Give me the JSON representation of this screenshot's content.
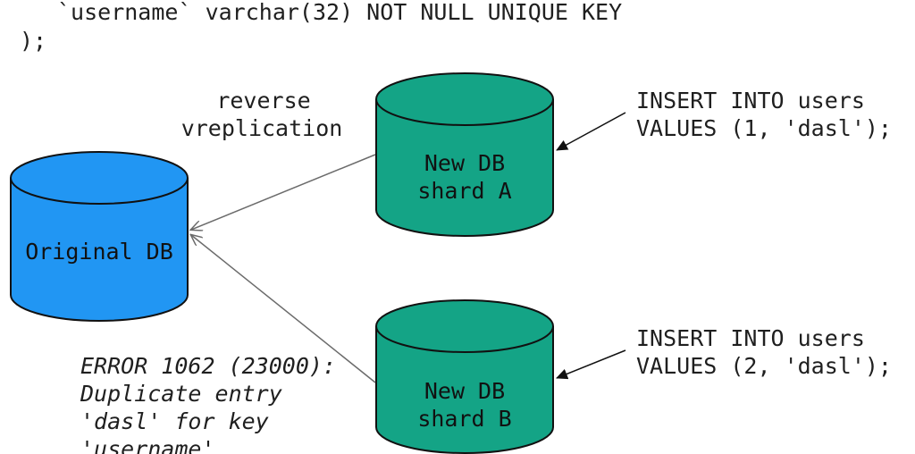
{
  "code_header": {
    "line1": "`username` varchar(32) NOT NULL UNIQUE KEY",
    "line2": ");"
  },
  "colors": {
    "original_db": "#2196f3",
    "shard": "#14a486",
    "outline": "#111111",
    "arrow": "#6b6b6b"
  },
  "reverse_label": {
    "line1": "reverse",
    "line2": "vreplication"
  },
  "original_db": {
    "label": "Original DB"
  },
  "shard_a": {
    "line1": "New DB",
    "line2": "shard A"
  },
  "shard_b": {
    "line1": "New DB",
    "line2": "shard B"
  },
  "insert_a": {
    "line1": "INSERT INTO users",
    "line2": "VALUES (1, 'dasl');"
  },
  "insert_b": {
    "line1": "INSERT INTO users",
    "line2": "VALUES (2, 'dasl');"
  },
  "error_message": {
    "line1": "ERROR 1062 (23000):",
    "line2": "Duplicate entry",
    "line3": "'dasl' for key",
    "line4": "'username'"
  }
}
